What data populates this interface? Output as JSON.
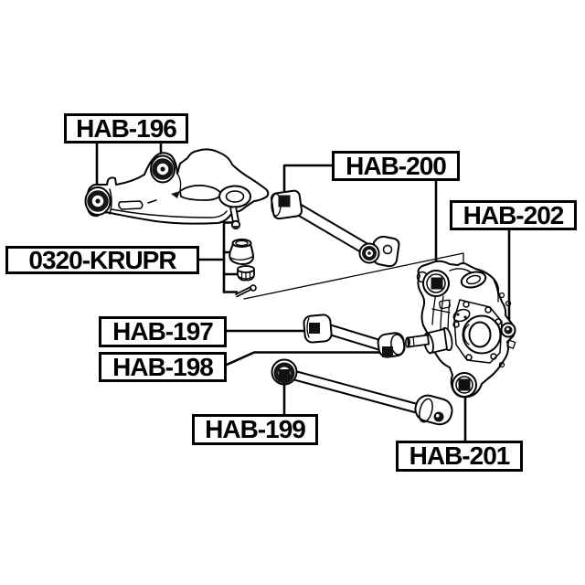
{
  "diagram": {
    "background_color": "#ffffff",
    "line_color": "#000000",
    "marker_color": "#111111",
    "labels": {
      "hab196": "HAB-196",
      "hab200": "HAB-200",
      "hab202": "HAB-202",
      "ball_joint_kit": "0320-KRUPR",
      "hab197": "HAB-197",
      "hab198": "HAB-198",
      "hab199": "HAB-199",
      "hab201": "HAB-201"
    }
  }
}
